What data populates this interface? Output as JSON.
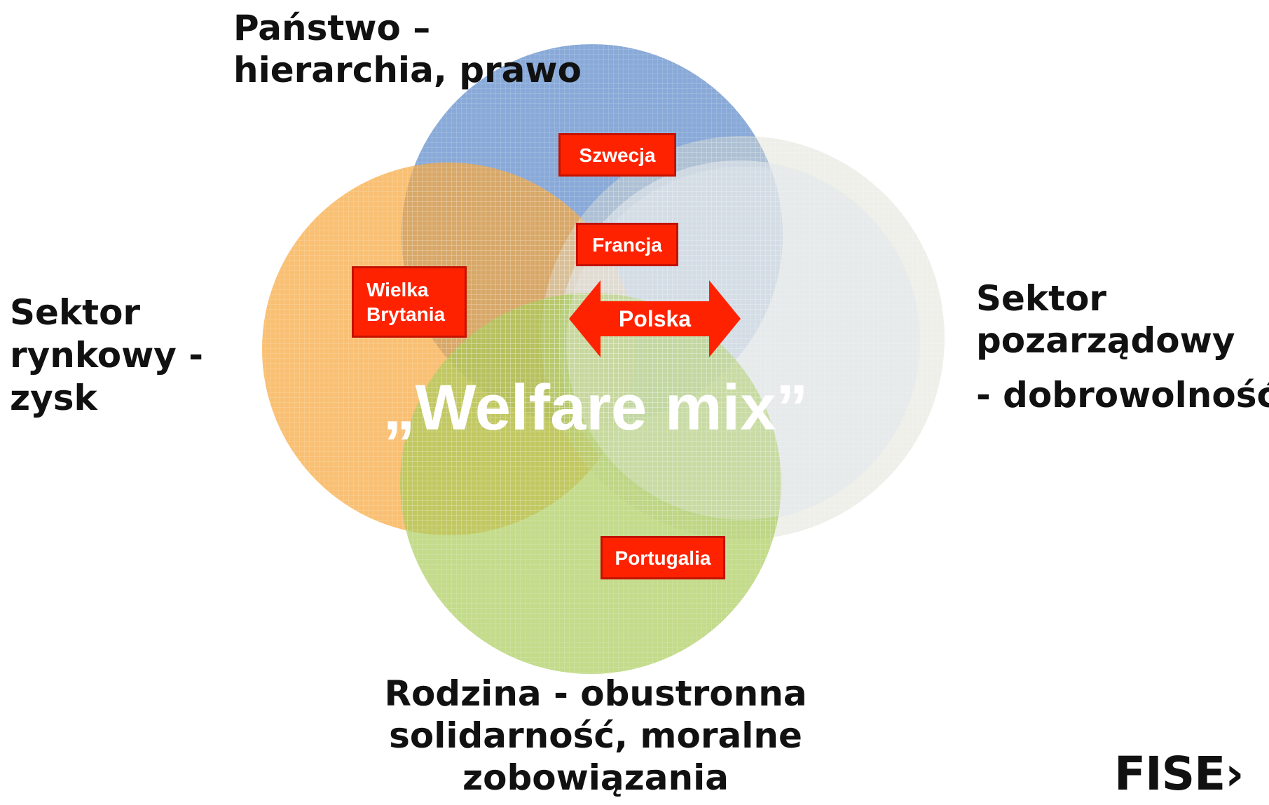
{
  "labels": {
    "state": [
      "Państwo –",
      "hierarchia, prawo"
    ],
    "market": [
      "Sektor",
      "rynkowy -",
      "zysk"
    ],
    "ngo": [
      "Sektor",
      "pozarządowy",
      "- dobrowolność"
    ],
    "family": [
      "Rodzina - obustronna",
      "solidarność, moralne",
      "zobowiązania"
    ]
  },
  "countries": {
    "szwecja": "Szwecja",
    "francja": "Francja",
    "wielka_brytania": [
      "Wielka",
      "Brytania"
    ],
    "polska": "Polska",
    "portugalia": "Portugalia"
  },
  "center_title": "„Welfare mix”",
  "logo": "FISE›",
  "colors": {
    "state_circle": "#6f97cf",
    "market_circle": "#f7a83e",
    "ngo_circle": "#e6e9e4",
    "family_circle": "#a9cc5a",
    "country_tag": "#ff2200",
    "arrow": "#ff2200"
  }
}
